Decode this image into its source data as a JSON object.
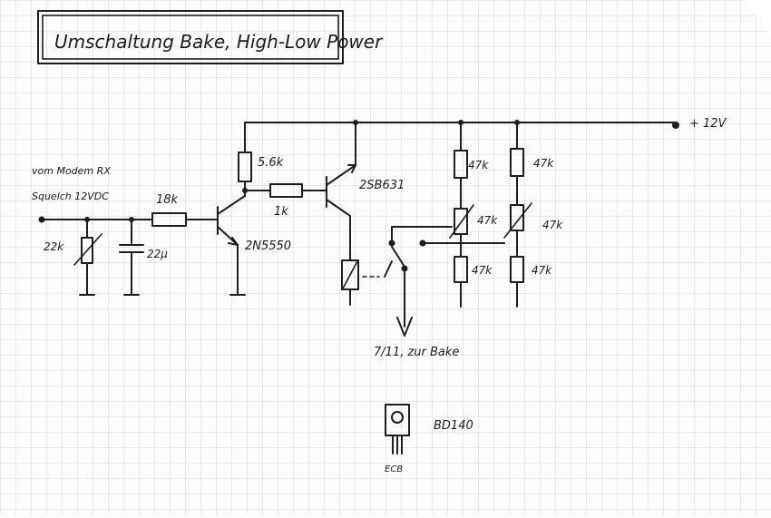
{
  "title": "Umschaltung Bake, High-Low Power",
  "supply_label": "+ 12V",
  "input": {
    "line1": "vom Modem RX",
    "line2": "Squelch 12VDC"
  },
  "components": {
    "r_22k": "22k",
    "c_22u": "22µ",
    "r_18k": "18k",
    "t1": "2N5550",
    "r_56k": "5.6k",
    "r_1k": "1k",
    "t2": "2SB631",
    "r_47k_a1": "47k",
    "r_47k_a2": "47k",
    "r_47k_a3": "47k",
    "r_47k_b1": "47k",
    "r_47k_b2": "47k",
    "r_47k_b3": "47k"
  },
  "output_label": "7/11, zur Bake",
  "package": {
    "part": "BD140",
    "pins": "ECB"
  }
}
